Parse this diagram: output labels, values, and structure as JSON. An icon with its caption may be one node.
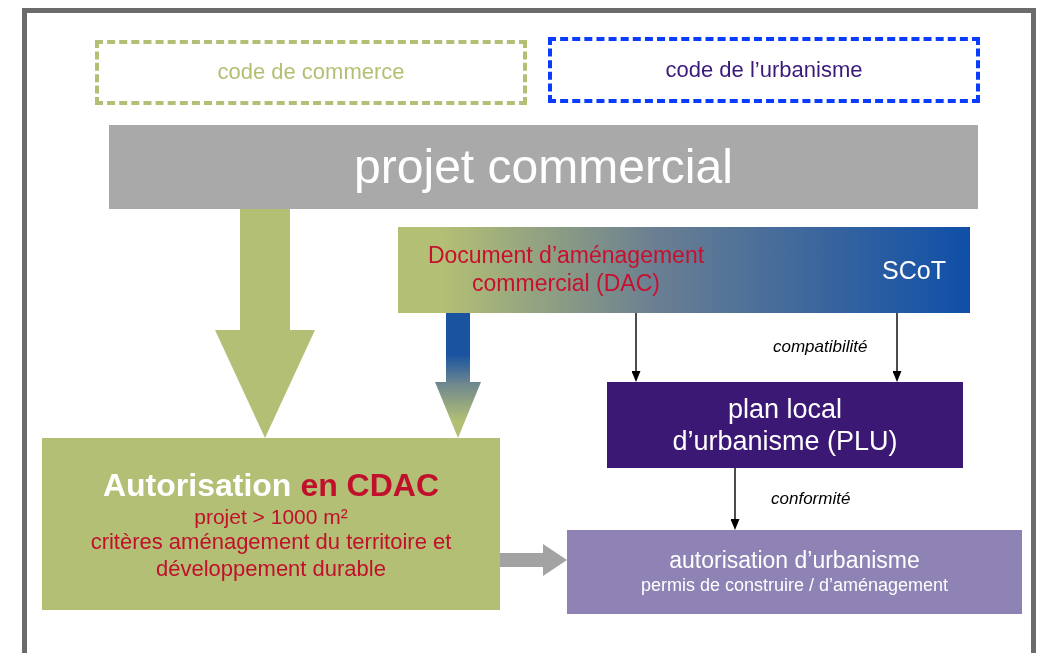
{
  "diagram": {
    "nodes": [
      {
        "text": [
          "code de commerce"
        ]
      },
      {
        "text": [
          "code de l’urbanisme"
        ]
      },
      {
        "text": [
          "projet commercial"
        ]
      },
      {
        "text": [
          "Document d’aménagement commercial (DAC)",
          "SCoT"
        ]
      },
      {
        "text": [
          "plan local d’urbanisme (PLU)"
        ]
      },
      {
        "text": [
          "Autorisation",
          "en CDAC",
          "projet > 1000 m²",
          "critères aménagement du territoire et développement durable"
        ]
      },
      {
        "text": [
          "autorisation d’urbanisme",
          "permis de construire / d’aménagement"
        ]
      }
    ],
    "edges": [
      {
        "from": 2,
        "to": 5,
        "arrow": "to",
        "style": "thick",
        "color": "#b3bf74"
      },
      {
        "from": 3,
        "to": 5,
        "arrow": "to",
        "style": "thick",
        "color": "#1a54a0"
      },
      {
        "from": 3,
        "to": 4,
        "arrow": "to"
      },
      {
        "from": 3,
        "to": 4,
        "arrow": "to"
      },
      {
        "from": 4,
        "to": 6,
        "arrow": "to"
      },
      {
        "from": 5,
        "to": 6,
        "arrow": "to",
        "style": "thick",
        "color": "#a3a3a3"
      }
    ],
    "labels": [
      "compatibilité",
      "conformité"
    ]
  }
}
